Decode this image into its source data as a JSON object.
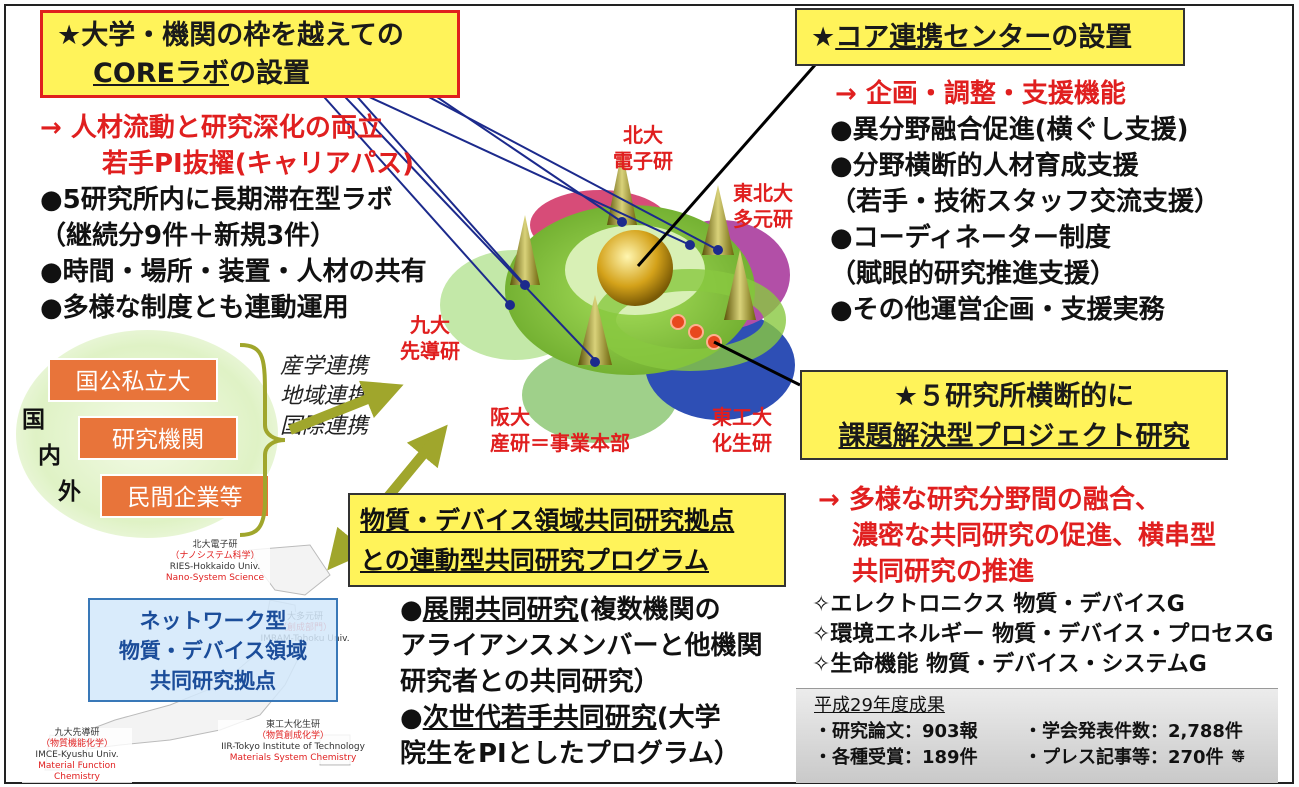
{
  "left_title": {
    "line1": "★大学・機関の枠を越えての",
    "line2a": "COREラボ",
    "line2b": "の設置"
  },
  "right_title": {
    "star": "★",
    "core": "コア連携センター",
    "rest": "の設置"
  },
  "left_points": {
    "arrow_line1": "→ 人材流動と研究深化の両立",
    "arrow_line2": "若手PI抜擢(キャリアパス)",
    "items": [
      "●5研究所内に長期滞在型ラボ",
      "（継続分9件＋新規3件）",
      "●時間・場所・装置・人材の共有",
      "●多様な制度とも連動運用"
    ]
  },
  "right_points": {
    "arrow": "→ 企画・調整・支援機能",
    "items": [
      "●異分野融合促進(横ぐし支援)",
      "●分野横断的人材育成支援",
      "（若手・技術スタッフ交流支援）",
      "●コーディネーター制度",
      "（賦眼的研究推進支援）",
      "●その他運営企画・支援実務"
    ]
  },
  "institutes": {
    "hokudai": [
      "北大",
      "電子研"
    ],
    "tohoku": [
      "東北大",
      "多元研"
    ],
    "kyudai": [
      "九大",
      "先導研"
    ],
    "handai": [
      "阪大",
      "産研＝事業本部"
    ],
    "tokodai": [
      "東工大",
      "化生研"
    ]
  },
  "domestic": {
    "k1": "国",
    "k2": "内",
    "k3": "外",
    "items": [
      "国公私立大",
      "研究機関",
      "民間企業等"
    ]
  },
  "links": [
    "産学連携",
    "地域連携",
    "国際連携"
  ],
  "project_box": {
    "line1": "★５研究所横断的に",
    "line2": "課題解決型プロジェクト研究"
  },
  "project_points": {
    "arrow": [
      "→ 多様な研究分野間の融合、",
      "濃密な共同研究の促進、横串型",
      "共同研究の推進"
    ],
    "items": [
      "✧エレクトロニクス 物質・デバイスG",
      "✧環境エネルギー 物質・デバイス・プロセスG",
      "✧生命機能 物質・デバイス・システムG"
    ]
  },
  "program_box": {
    "line1": "物質・デバイス領域共同研究拠点",
    "line2": "との連動型共同研究プログラム"
  },
  "joint": {
    "p1_bullet": "●",
    "p1_u": "展開共同研究",
    "p1_rest": "(複数機関の",
    "p1_line2": "アライアンスメンバーと他機関",
    "p1_line3": "研究者との共同研究）",
    "p2_bullet": "●",
    "p2_u": "次世代若手共同研究",
    "p2_rest": "(大学",
    "p2_line2": "院生をPIとしたプログラム）"
  },
  "network": [
    "ネットワーク型",
    "物質・デバイス領域",
    "共同研究拠点"
  ],
  "map_labels": {
    "hokudai": [
      "北大電子研",
      "（ナノシステム科学）",
      "RIES-Hokkaido Univ.",
      "Nano-System Science"
    ],
    "tohoku": [
      "大多元研",
      "（創成部門）",
      "IMRAM-Tohoku Univ."
    ],
    "kyudai": [
      "九大先導研",
      "（物質機能化学）",
      "IMCE-Kyushu Univ.",
      "Material Function Chemistry"
    ],
    "tokodai": [
      "東工大化生研",
      "（物質創成化学）",
      "IIR-Tokyo Institute of Technology",
      "Materials System Chemistry"
    ]
  },
  "results": {
    "title": "平成29年度成果",
    "r1": "・研究論文：903報",
    "r2": "・学会発表件数：2,788件",
    "r3": "・各種受賞：189件",
    "r4": "・プレス記事等：270件",
    "r4_tail": "等"
  },
  "colors": {
    "red": "#e01f1f",
    "yellow_box": "#fff35a",
    "orange": "#e8743a",
    "olive_arrow": "#a0a62c",
    "navy_line": "#1c2a8c"
  }
}
